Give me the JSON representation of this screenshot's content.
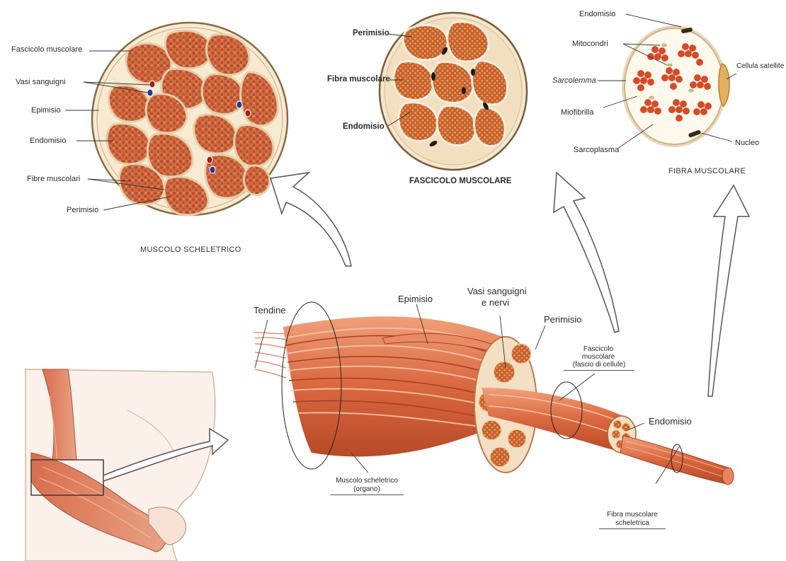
{
  "skeletal_muscle_section": {
    "caption": "MUSCOLO SCHELETRICO",
    "labels": {
      "fascicolo": "Fascicolo muscolare",
      "vasi": "Vasi sanguigni",
      "epimisio": "Epimisio",
      "endomisio": "Endomisio",
      "fibre": "Fibre muscolari",
      "perimisio": "Perimisio"
    }
  },
  "fascicle_section": {
    "caption": "FASCICOLO MUSCOLARE",
    "labels": {
      "perimisio": "Perimisio",
      "fibra": "Fibra muscolare",
      "endomisio": "Endomisio"
    }
  },
  "fiber_section": {
    "caption": "FIBRA MUSCOLARE",
    "labels": {
      "endomisio": "Endomisio",
      "mitocondri": "Mitocondri",
      "sarcolemma": "Sarcolemma",
      "miofibrilla": "Miofibrilla",
      "sarcoplasma": "Sarcoplasma",
      "cellula": "Cellula satellite",
      "nucleo": "Nucleo"
    }
  },
  "longitudinal_view": {
    "labels": {
      "tendine": "Tendine",
      "epimisio": "Epimisio",
      "vasi_line1": "Vasi sanguigni",
      "vasi_line2": "e nervi",
      "perimisio": "Perimisio",
      "fascicolo_line1": "Fascicolo",
      "fascicolo_line2": "muscolare",
      "fascicolo_line3": "(fascio di cellule)",
      "endomisio": "Endomisio",
      "muscolo_line1": "Muscolo scheletrico",
      "muscolo_line2": "(organo)",
      "fibra_line1": "Fibra muscolare",
      "fibra_line2": "scheletrica"
    }
  },
  "colors": {
    "muscle": "#d9673f",
    "muscle_dark": "#b84a28",
    "muscle_light": "#f2a07a",
    "connective": "#f3e2c4",
    "sheath": "#e7d2b0",
    "background": "#ffffff"
  }
}
